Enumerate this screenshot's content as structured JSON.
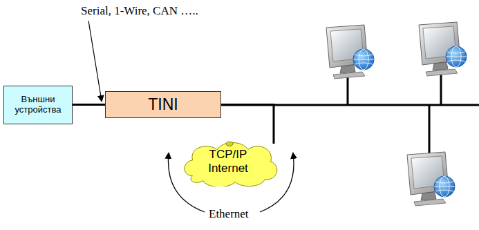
{
  "diagram": {
    "nodes": [
      {
        "text": [
          "Външни устройства"
        ]
      },
      {
        "text": [
          "TINI"
        ]
      },
      {
        "text": [
          "TCP/IP Internet"
        ]
      }
    ],
    "edges": [
      {
        "from": 0,
        "to": 1,
        "arrow": "none"
      },
      {
        "from": 1,
        "to": 2,
        "arrow": "none"
      }
    ],
    "labels": [
      "Serial, 1-Wire, CAN …..",
      "Ethernet"
    ]
  }
}
